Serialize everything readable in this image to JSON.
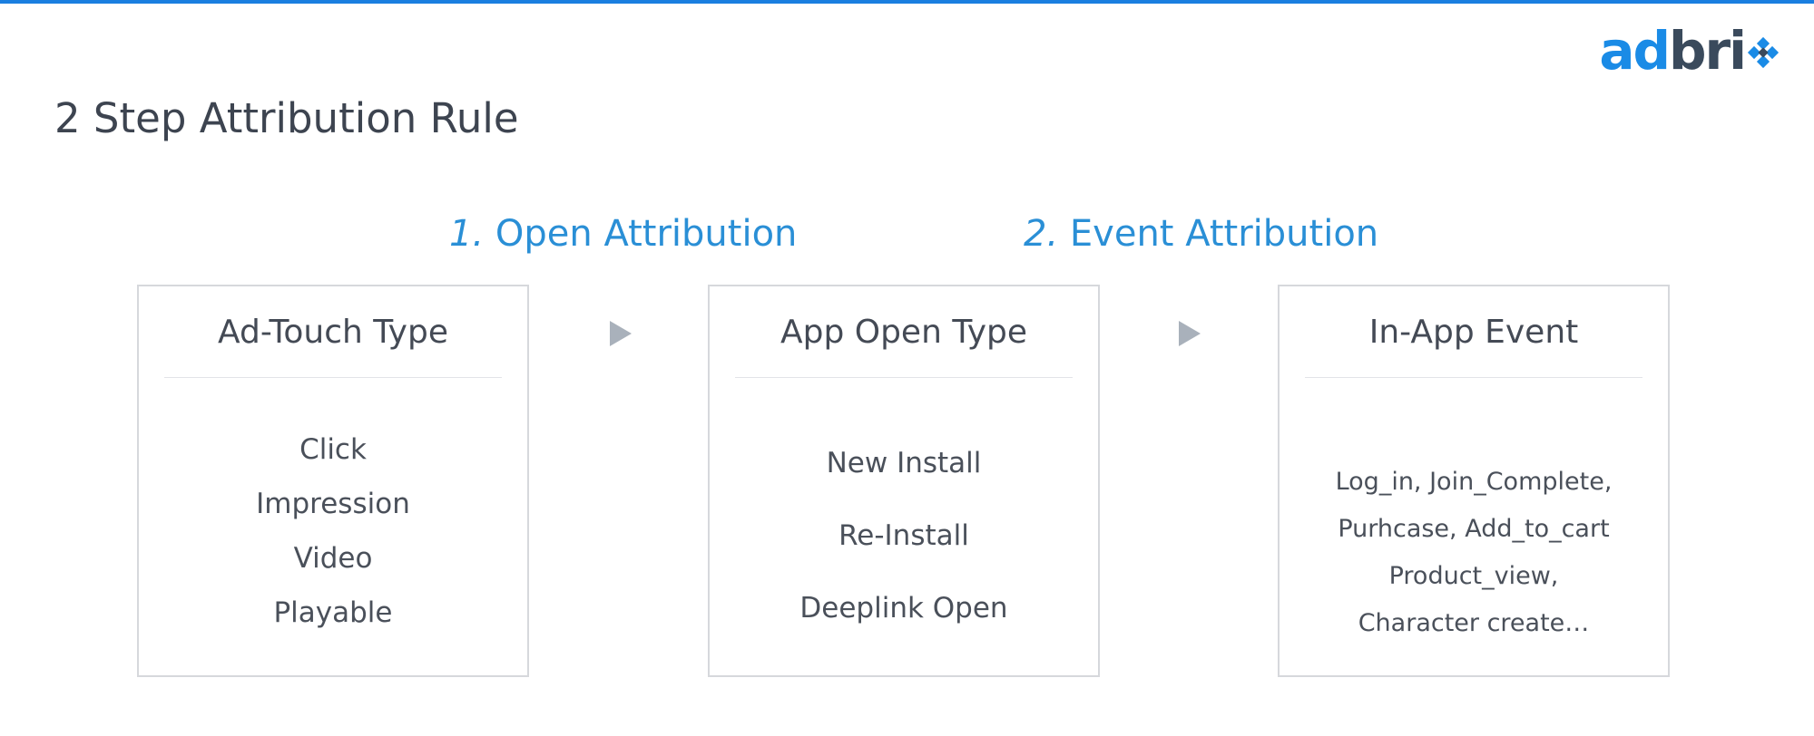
{
  "header": {
    "title": "2 Step Attribution Rule",
    "logo": {
      "part1": "ad",
      "part2": "bri",
      "mark_icon": "x-diamond-logo-icon",
      "color_primary": "#1a8be6",
      "color_dark": "#3a4a5c"
    }
  },
  "steps": [
    {
      "number": "1.",
      "label": "Open Attribution"
    },
    {
      "number": "2.",
      "label": "Event Attribution"
    }
  ],
  "boxes": [
    {
      "title": "Ad-Touch Type",
      "items": [
        "Click",
        "Impression",
        "Video",
        "Playable"
      ]
    },
    {
      "title": "App Open Type",
      "items": [
        "New Install",
        "Re-Install",
        "Deeplink Open"
      ]
    },
    {
      "title": "In-App Event",
      "items": [
        "Log_in, Join_Complete,",
        "Purhcase, Add_to_cart",
        "Product_view,",
        "Character create…"
      ]
    }
  ],
  "arrows": [
    "arrow-right-icon",
    "arrow-right-icon"
  ],
  "colors": {
    "accent": "#2a8fd6",
    "top_bar": "#1a7fe0",
    "box_border": "#d6d8dc",
    "arrow": "#a9b1bb"
  }
}
